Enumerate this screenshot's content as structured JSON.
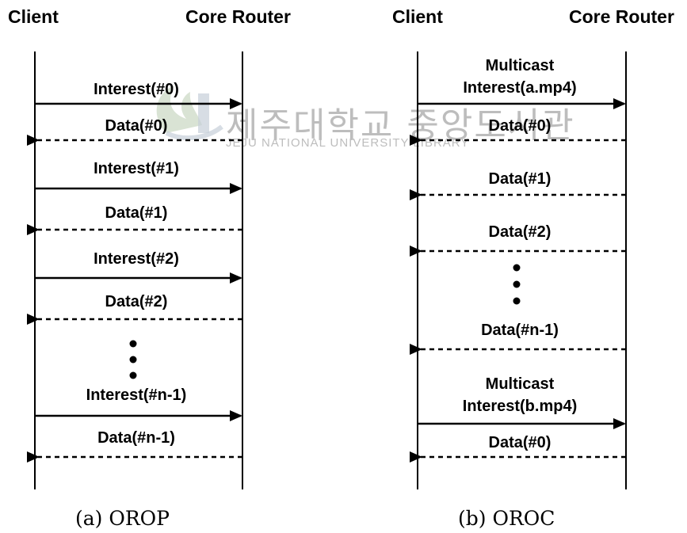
{
  "watermark": {
    "title": "제주대학교 중앙도서관",
    "subtitle": "JEJU NATIONAL UNIVERSITY LIBRARY"
  },
  "panel_a": {
    "client_label": "Client",
    "router_label": "Core Router",
    "caption": "(a)  OROP",
    "messages": [
      {
        "label": "Interest(#0)",
        "direction": "client-to-router",
        "style": "solid"
      },
      {
        "label": "Data(#0)",
        "direction": "router-to-client",
        "style": "dashed"
      },
      {
        "label": "Interest(#1)",
        "direction": "client-to-router",
        "style": "solid"
      },
      {
        "label": "Data(#1)",
        "direction": "router-to-client",
        "style": "dashed"
      },
      {
        "label": "Interest(#2)",
        "direction": "client-to-router",
        "style": "solid"
      },
      {
        "label": "Data(#2)",
        "direction": "router-to-client",
        "style": "dashed"
      },
      {
        "label": "Interest(#n-1)",
        "direction": "client-to-router",
        "style": "solid"
      },
      {
        "label": "Data(#n-1)",
        "direction": "router-to-client",
        "style": "dashed"
      }
    ]
  },
  "panel_b": {
    "client_label": "Client",
    "router_label": "Core Router",
    "caption": "(b)  OROC",
    "messages": [
      {
        "label_line1": "Multicast",
        "label_line2": "Interest(a.mp4)",
        "direction": "client-to-router",
        "style": "solid"
      },
      {
        "label": "Data(#0)",
        "direction": "router-to-client",
        "style": "dashed"
      },
      {
        "label": "Data(#1)",
        "direction": "router-to-client",
        "style": "dashed"
      },
      {
        "label": "Data(#2)",
        "direction": "router-to-client",
        "style": "dashed"
      },
      {
        "label": "Data(#n-1)",
        "direction": "router-to-client",
        "style": "dashed"
      },
      {
        "label_line1": "Multicast",
        "label_line2": "Interest(b.mp4)",
        "direction": "client-to-router",
        "style": "solid"
      },
      {
        "label": "Data(#0)",
        "direction": "router-to-client",
        "style": "dashed"
      }
    ]
  }
}
